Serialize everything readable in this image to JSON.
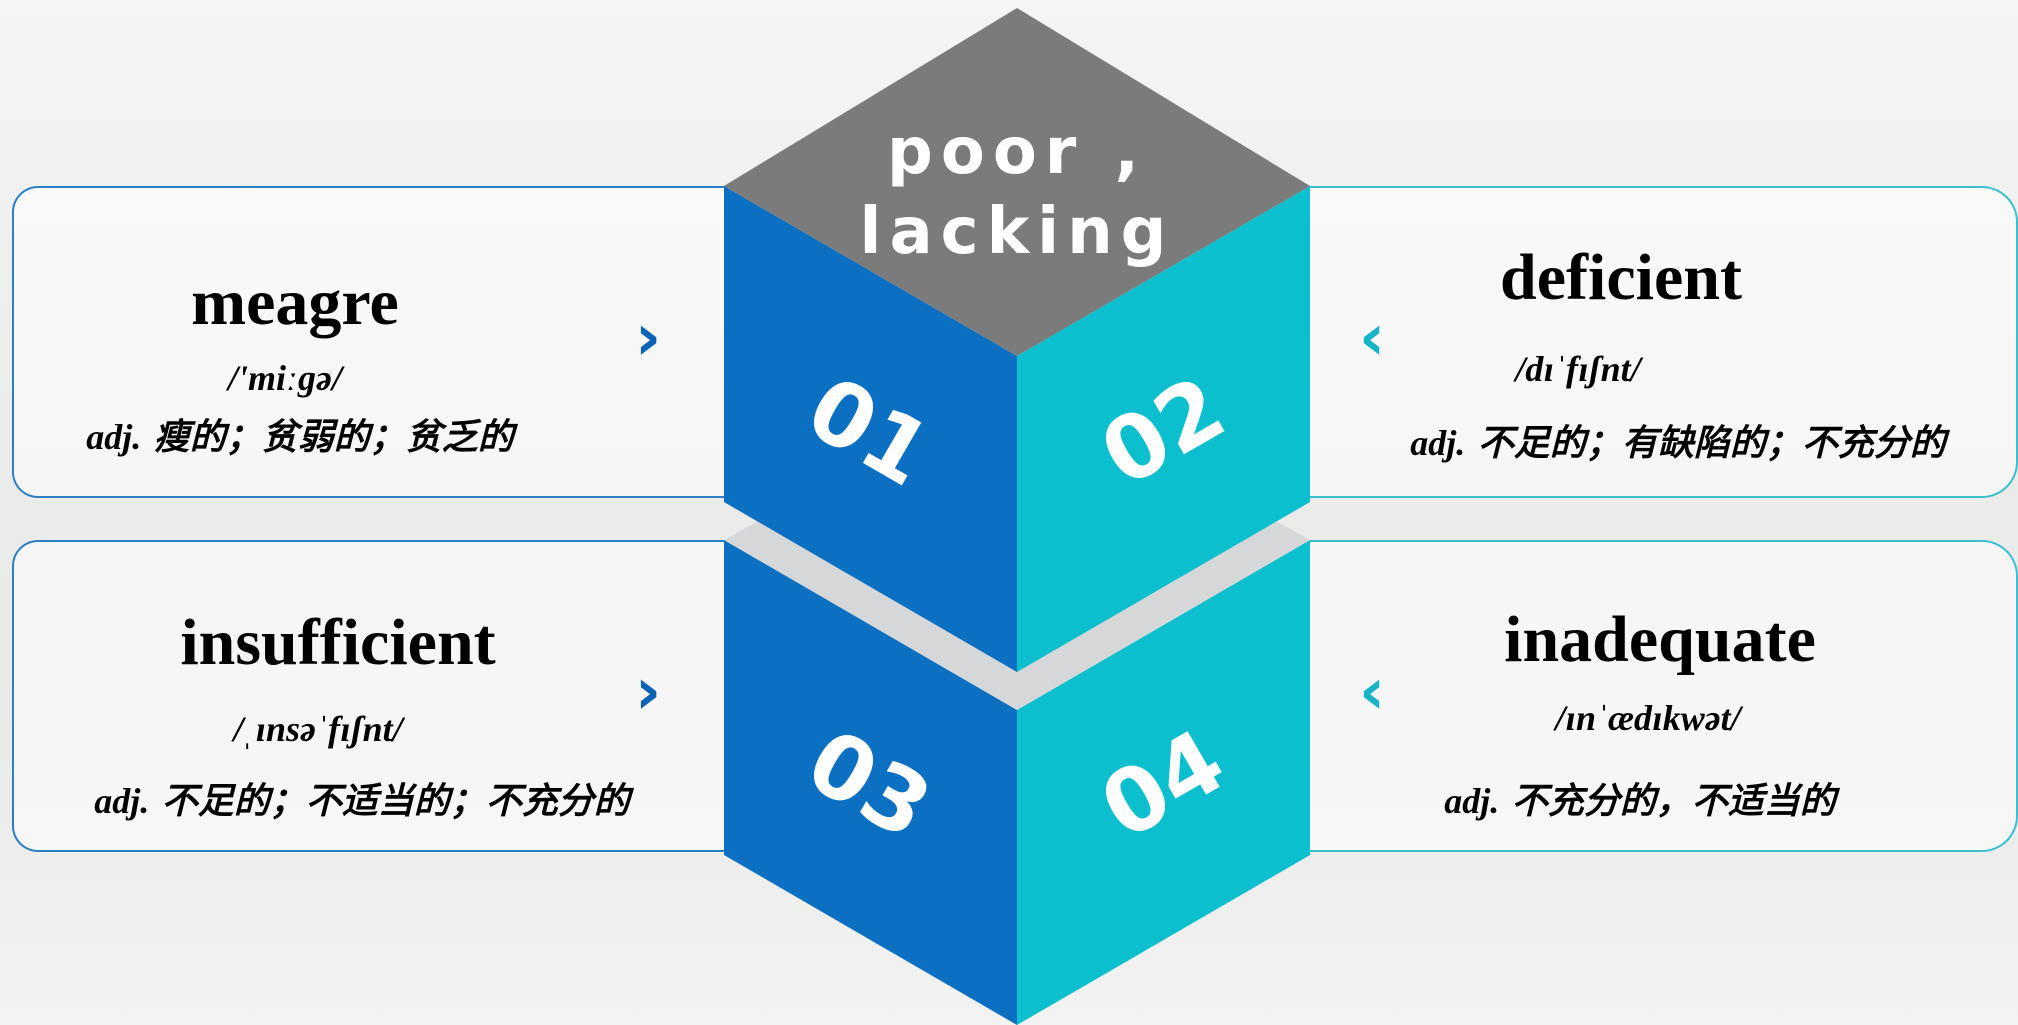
{
  "center": {
    "title_line1": "poor ,",
    "title_line2": "lacking"
  },
  "items": [
    {
      "num": "01",
      "word": "meagre",
      "phonetic": "/'miːgə/",
      "pos": "adj.",
      "meaning": " 瘦的；贫弱的；贫乏的",
      "arrow": "›"
    },
    {
      "num": "02",
      "word": "deficient",
      "phonetic": "/dɪˈfɪʃnt/",
      "pos": "adj.",
      "meaning": " 不足的；有缺陷的；不充分的",
      "arrow": "‹"
    },
    {
      "num": "03",
      "word": "insufficient",
      "phonetic": "/ˌɪnsəˈfɪʃnt/",
      "pos": "adj.",
      "meaning": " 不足的；不适当的；不充分的",
      "arrow": "›"
    },
    {
      "num": "04",
      "word": "inadequate",
      "phonetic": "/ɪnˈædɪkwət/",
      "pos": "adj.",
      "meaning": " 不充分的，不适当的",
      "arrow": "‹"
    }
  ],
  "colors": {
    "blue": "#0b6fc2",
    "teal": "#0bbfcf",
    "gray": "#7b7b7b",
    "light_gray": "#d6d7d9"
  }
}
